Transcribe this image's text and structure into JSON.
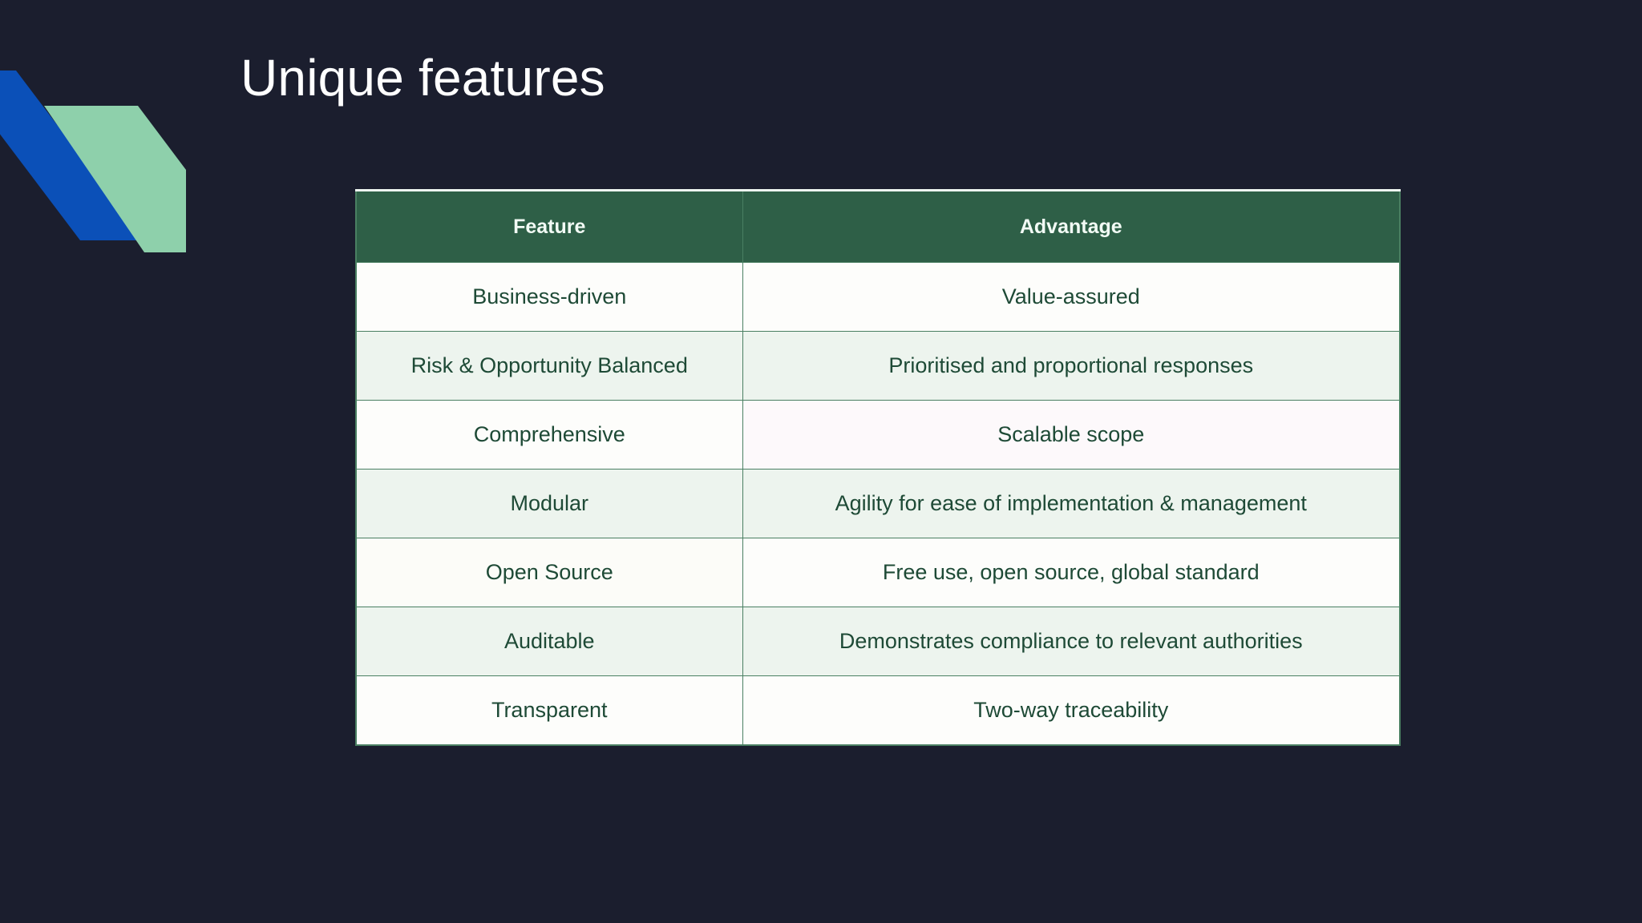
{
  "slide": {
    "title": "Unique features",
    "background_color": "#1b1e2e",
    "title_color": "#ffffff"
  },
  "decoration": {
    "name": "corner-chevron-graphic",
    "blue_color": "#0b50b8",
    "mint_color": "#8ed0ab"
  },
  "table": {
    "header_background": "#2e5f47",
    "header_text_color": "#f2fbf5",
    "body_text_color": "#1e4a36",
    "border_color": "#4a7f62",
    "row_odd_background": "#fdfdfb",
    "row_even_background": "#edf4ee",
    "columns": [
      "Feature",
      "Advantage"
    ],
    "rows": [
      {
        "feature": "Business-driven",
        "advantage": "Value-assured"
      },
      {
        "feature": "Risk & Opportunity Balanced",
        "advantage": "Prioritised and proportional responses"
      },
      {
        "feature": "Comprehensive",
        "advantage": "Scalable scope"
      },
      {
        "feature": "Modular",
        "advantage": "Agility for ease of implementation & management"
      },
      {
        "feature": "Open Source",
        "advantage": "Free use, open source, global standard"
      },
      {
        "feature": "Auditable",
        "advantage": "Demonstrates compliance to relevant authorities"
      },
      {
        "feature": "Transparent",
        "advantage": "Two-way traceability"
      }
    ]
  }
}
